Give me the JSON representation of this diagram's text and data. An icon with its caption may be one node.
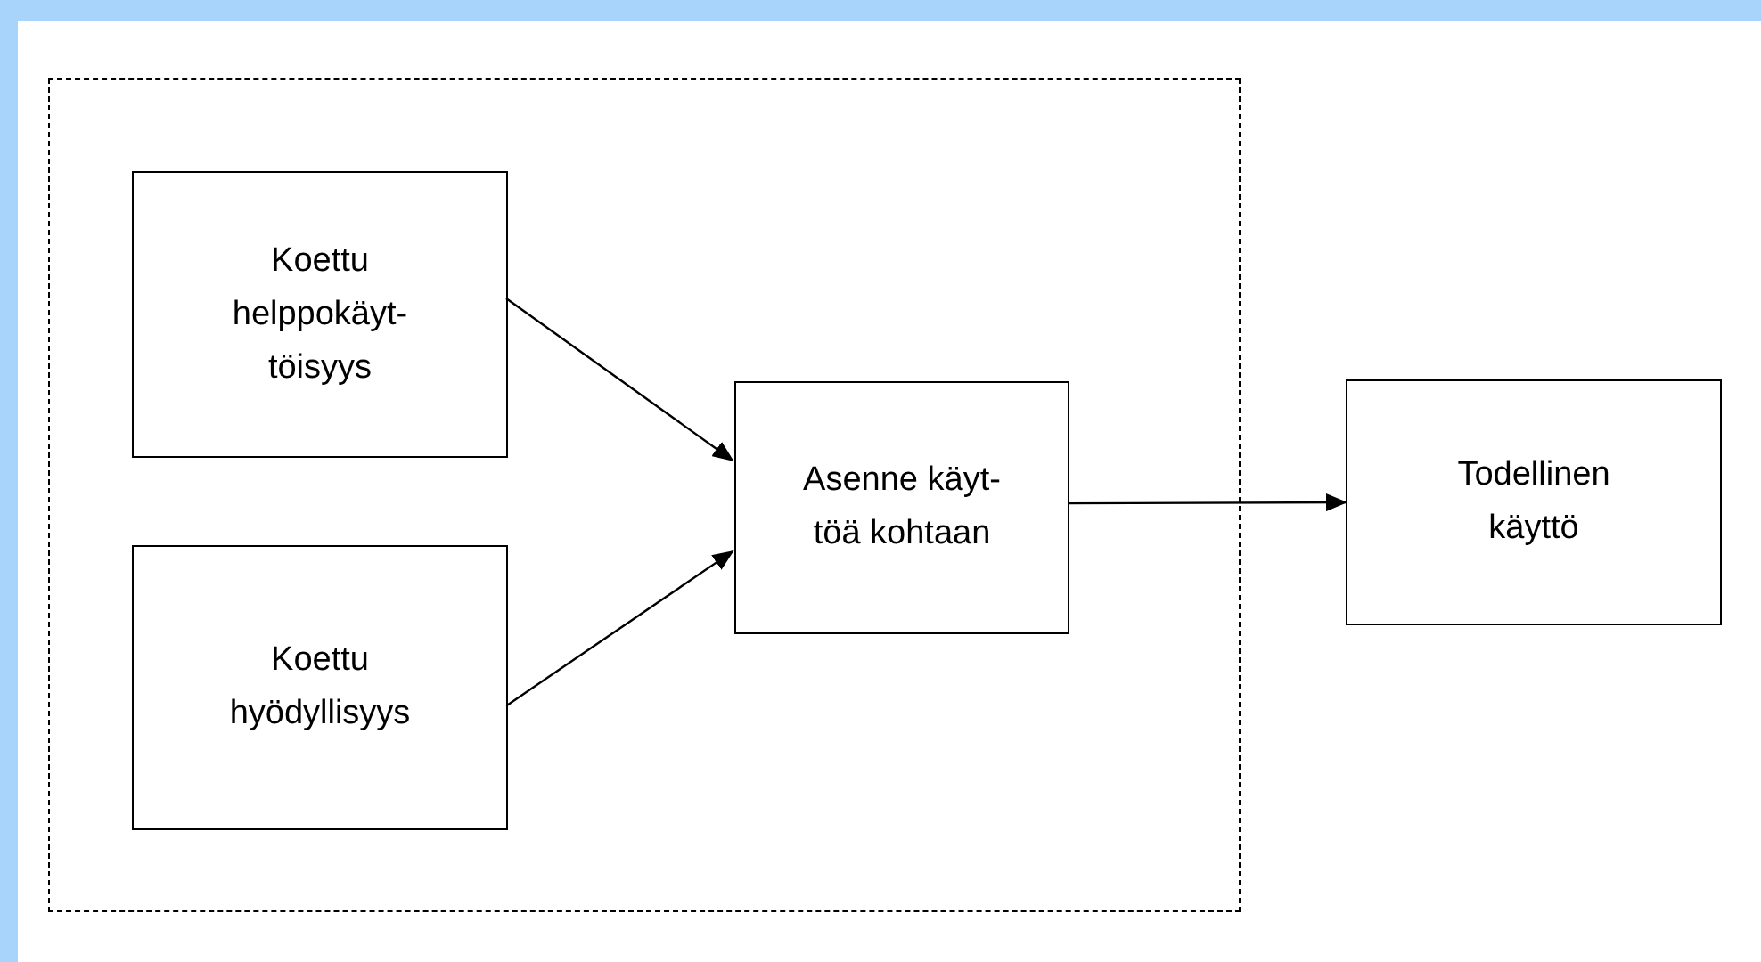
{
  "diagram": {
    "nodes": [
      {
        "text": [],
        "shape": "box"
      },
      {
        "text": [
          "Koettu helppokäyt- töisyys"
        ],
        "in": 0
      },
      {
        "text": [
          "Koettu hyödyllisyys"
        ],
        "in": 0
      },
      {
        "text": [
          "Asenne käyt- töä kohtaan"
        ],
        "in": 0
      },
      {
        "text": [
          "Todellinen käyttö"
        ]
      }
    ],
    "edges": [
      {
        "from": 1,
        "to": 3,
        "arrow": "to"
      },
      {
        "from": 2,
        "to": 3,
        "arrow": "to"
      },
      {
        "from": 3,
        "to": 4,
        "arrow": "to"
      }
    ]
  }
}
